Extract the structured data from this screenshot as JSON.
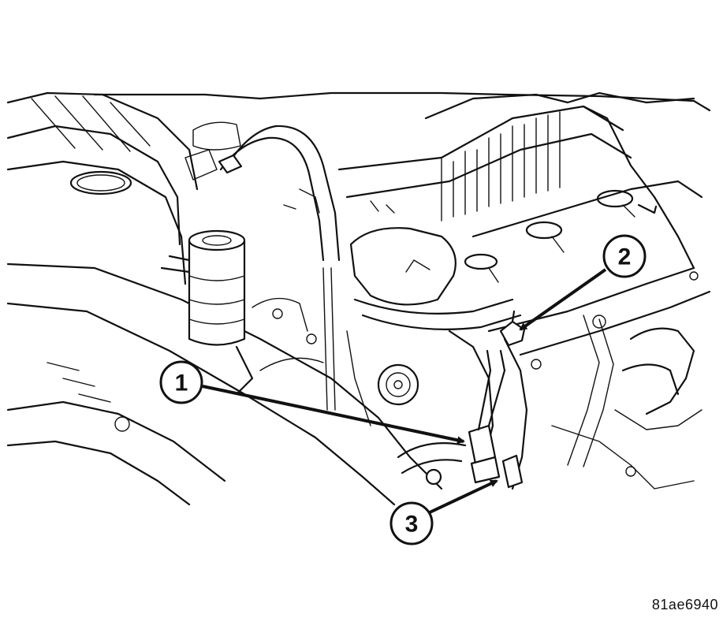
{
  "callouts": [
    {
      "number": "1"
    },
    {
      "number": "2"
    },
    {
      "number": "3"
    }
  ],
  "figure_id": "81ae6940",
  "colors": {
    "line": "#111111",
    "background": "#ffffff"
  }
}
